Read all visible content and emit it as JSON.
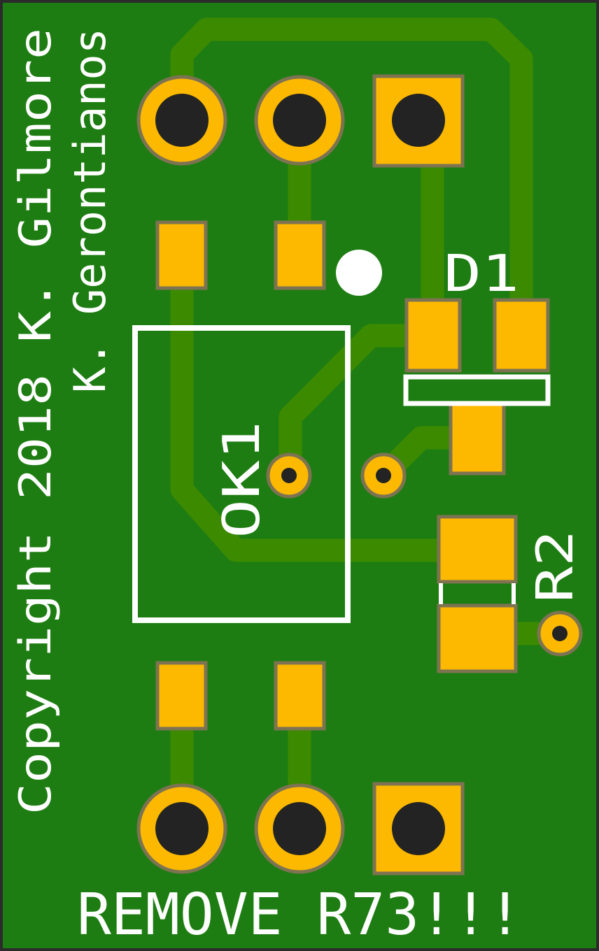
{
  "board": {
    "colors": {
      "board": "#1e7d12",
      "trace": "#3c8a00",
      "pad": "#fcb900",
      "pad_outline": "#7d7352",
      "silkscreen": "#ffffff",
      "hole": "#232323",
      "edge": "#2b2b2b"
    },
    "silkscreen": {
      "copyright": "Copyright 2018 K. Gilmore",
      "author2": "K. Gerontianos",
      "d1_label": "D1",
      "ok1_label": "OK1",
      "r2_label": "R2",
      "warning": "REMOVE R73!!!"
    }
  }
}
